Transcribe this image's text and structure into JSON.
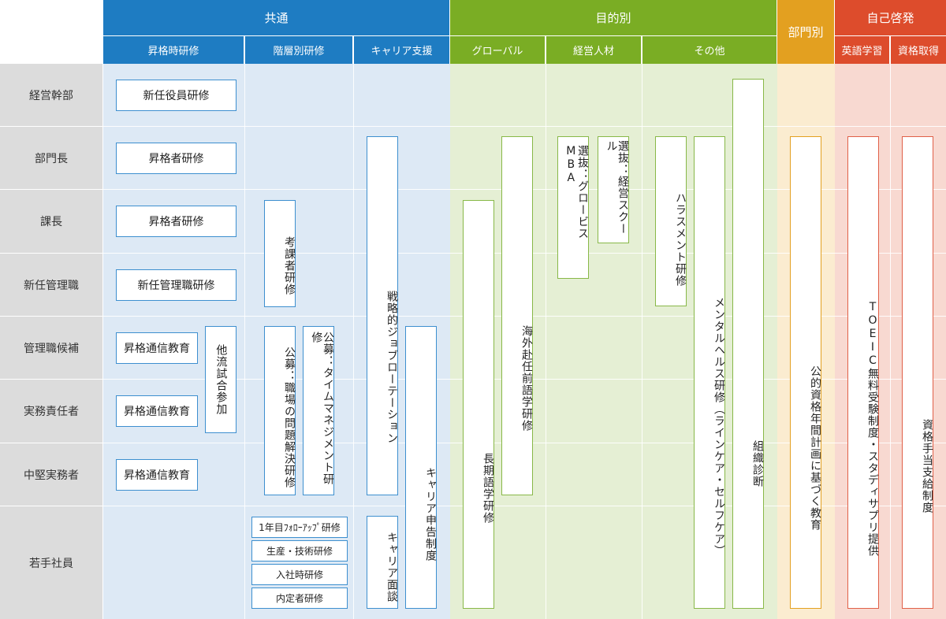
{
  "headers": {
    "common": "共通",
    "purpose": "目的別",
    "department": "部門別",
    "self_dev": "自己啓発"
  },
  "subheaders": {
    "promotion": "昇格時研修",
    "tiered": "階層別研修",
    "career": "キャリア支援",
    "global": "グローバル",
    "management": "経営人材",
    "other": "その他",
    "english": "英語学習",
    "qualification": "資格取得"
  },
  "rows": [
    "経営幹部",
    "部門長",
    "課長",
    "新任管理職",
    "管理職候補",
    "実務責任者",
    "中堅実務者",
    "若手社員"
  ],
  "boxes": {
    "new_officer": "新任役員研修",
    "promo_dept": "昇格者研修",
    "promo_section": "昇格者研修",
    "new_manager": "新任管理職研修",
    "corr1": "昇格通信教育",
    "corr2": "昇格通信教育",
    "corr3": "昇格通信教育",
    "other_match": "他流試合参加",
    "section_head_training": "考課者研修",
    "public_problem": "公募：職場の問題解決研修",
    "public_time": "公募：タイムマネジメント研修",
    "followup": "1年目ﾌｫﾛｰｱｯﾌﾟ研修",
    "production": "生産・技術研修",
    "onboarding": "入社時研修",
    "prehire": "内定者研修",
    "job_rotation": "戦略的ジョブローテーション",
    "career_report": "キャリア申告制度",
    "career_interview": "キャリア面談",
    "longterm_language": "長期語学研修",
    "overseas_language": "海外赴任前語学研修",
    "global_mba": "選抜：グロービスMBA",
    "mgmt_school": "選抜：経営スクール",
    "harassment": "ハラスメント研修",
    "mental_health": "メンタルヘルス研修（ラインケア・セルフケア）",
    "org_diagnosis": "組織診断",
    "dept_plan": "公的資格年間計画に基づく教育",
    "toeic": "TOEIC無料受験制度・スタディサプリ提供",
    "allowance": "資格手当支給制度"
  },
  "colors": {
    "common": "#1e7cc2",
    "purpose": "#7aad24",
    "department": "#e3a020",
    "self_dev": "#dd4c2c"
  }
}
